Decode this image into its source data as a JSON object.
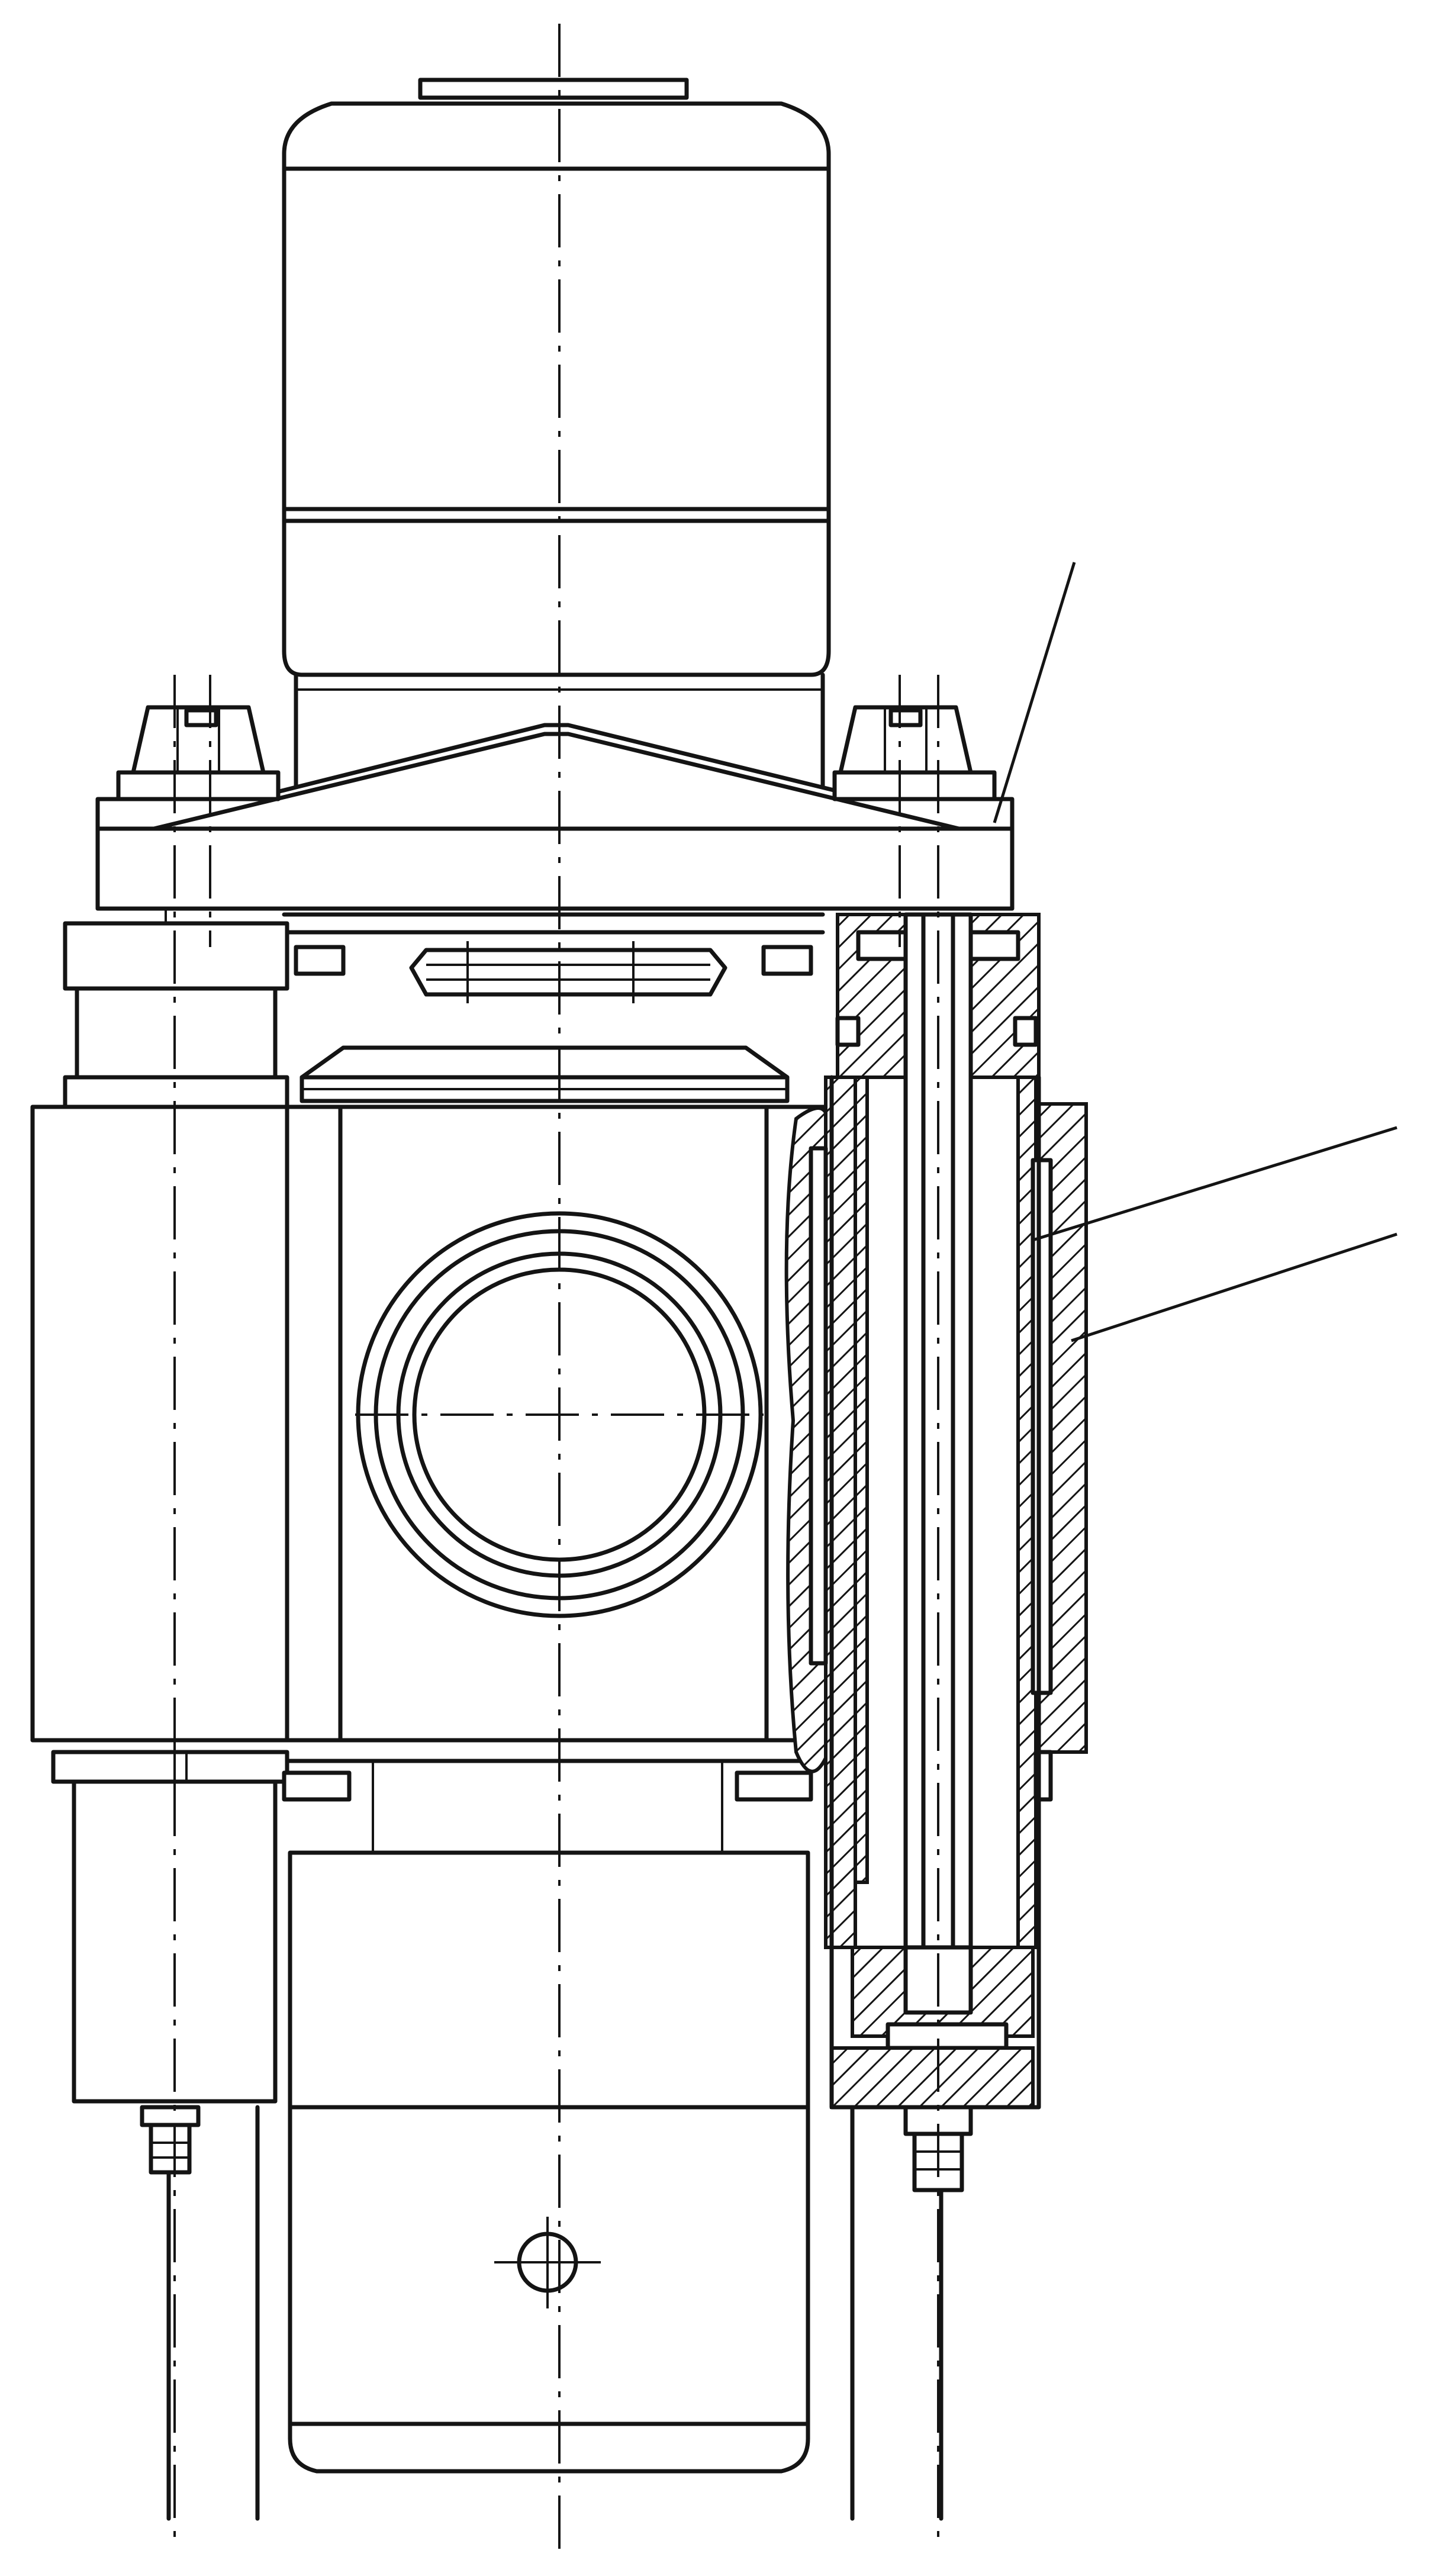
{
  "drawing": {
    "leaders": [
      {
        "id": "leader-top-plate"
      },
      {
        "id": "leader-liner-upper"
      },
      {
        "id": "leader-liner-lower"
      }
    ]
  }
}
